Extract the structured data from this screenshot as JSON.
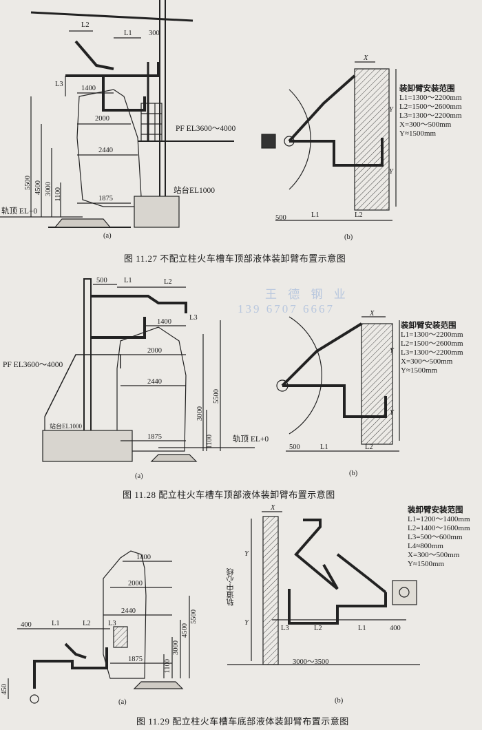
{
  "fig27": {
    "caption": "图 11.27   不配立柱火车槽车顶部液体装卸臂布置示意图",
    "a": {
      "label": "(a)",
      "dims": [
        "L2",
        "L1",
        "300",
        "L3",
        "1400",
        "2000",
        "2440",
        "1875",
        "5500",
        "4500",
        "3000",
        "1100"
      ],
      "pf": "PF EL3600～4000",
      "platform": "站台EL1000",
      "rail": "轨顶 EL+0"
    },
    "b": {
      "label": "(b)",
      "dims": [
        "X",
        "Y",
        "Y",
        "500",
        "L1",
        "L2"
      ],
      "spec_title": "装卸臂安装范围",
      "spec": [
        "L1=1300～2200mm",
        "L2=1500～2600mm",
        "L3=1300～2200mm",
        "X=300～500mm",
        "Y≈1500mm"
      ]
    }
  },
  "fig28": {
    "caption": "图 11.28   配立柱火车槽车顶部液体装卸臂布置示意图",
    "watermark": [
      "王  德  钢  业",
      "139  6707  6667"
    ],
    "a": {
      "label": "(a)",
      "dims": [
        "500",
        "L1",
        "L2",
        "L3",
        "1400",
        "2000",
        "2440",
        "1875",
        "5500",
        "3000",
        "1100"
      ],
      "pf": "PF EL3600～4000",
      "platform": "站台EL1000",
      "rail": "轨顶 EL+0"
    },
    "b": {
      "label": "(b)",
      "dims": [
        "X",
        "Y",
        "Y",
        "500",
        "L1",
        "L2"
      ],
      "spec_title": "装卸臂安装范围",
      "spec": [
        "L1=1300～2200mm",
        "L2=1500～2600mm",
        "L3=1300～2200mm",
        "X=300～500mm",
        "Y≈1500mm"
      ]
    }
  },
  "fig29": {
    "caption": "图 11.29   配立柱火车槽车底部液体装卸臂布置示意图",
    "a": {
      "label": "(a)",
      "dims": [
        "1400",
        "2000",
        "2440",
        "400",
        "L1",
        "L2",
        "L3",
        "1875",
        "5500",
        "4500",
        "3000",
        "1100",
        "450"
      ]
    },
    "b": {
      "label": "(b)",
      "dims": [
        "X",
        "Y",
        "Y",
        "L3",
        "L2",
        "L1",
        "400",
        "3000～3500"
      ],
      "track": "轨道中心线",
      "spec_title": "装卸臂安装范围",
      "spec": [
        "L1=1200～1400mm",
        "L2=1400～1600mm",
        "L3=500～600mm",
        "L4≈800mm",
        "X=300～500mm",
        "Y≈1500mm"
      ]
    }
  }
}
